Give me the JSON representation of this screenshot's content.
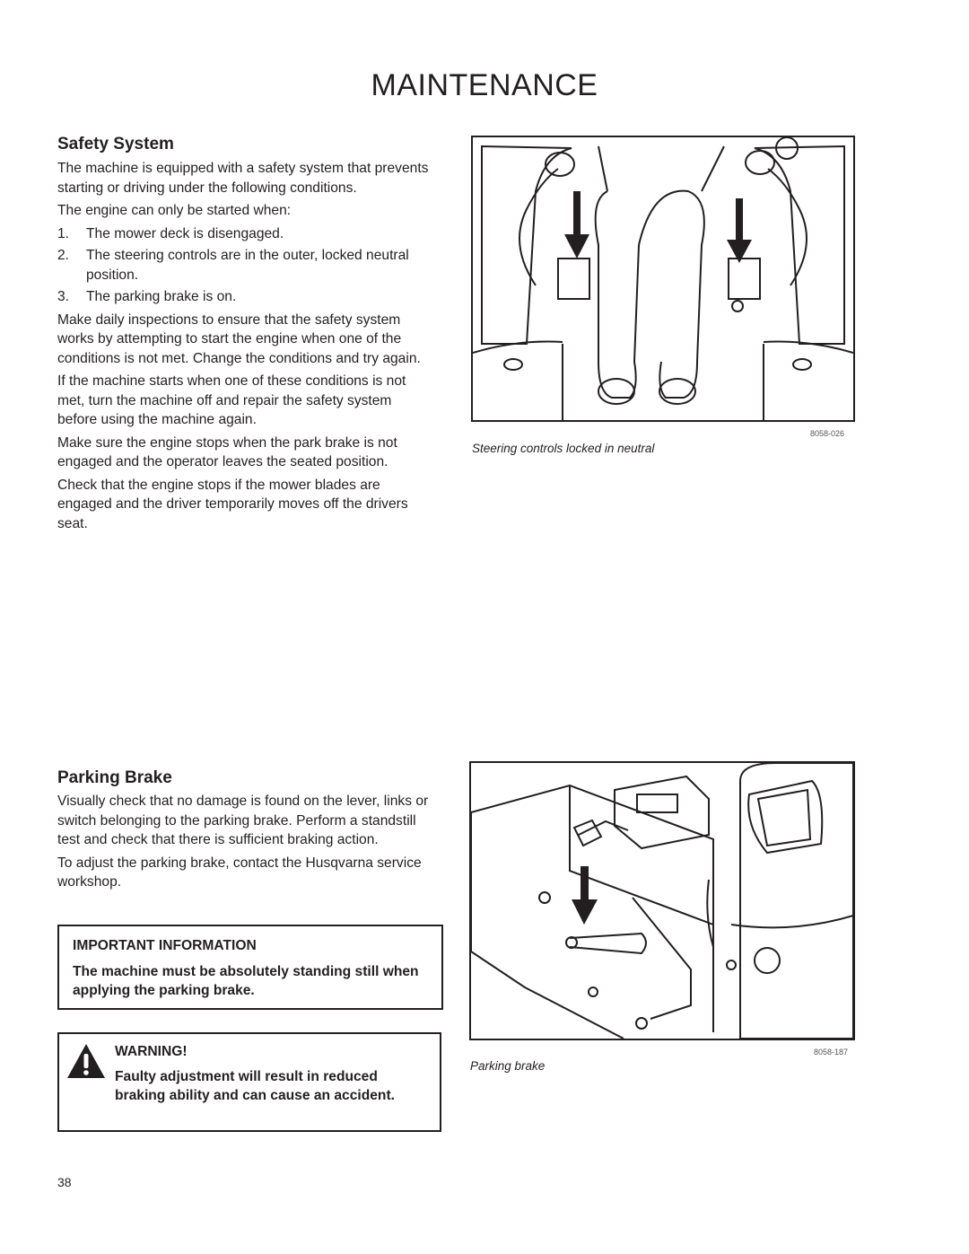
{
  "header": {
    "title": "MAINTENANCE"
  },
  "safety": {
    "heading": "Safety System",
    "intro": "The machine is equipped with a safety system that prevents starting or driving under the following conditions.",
    "lead": "The engine can only be started when:",
    "conditions": [
      {
        "num": "1.",
        "text": "The mower deck is disengaged."
      },
      {
        "num": "2.",
        "text": "The steering controls are in the outer, locked neutral position."
      },
      {
        "num": "3.",
        "text": "The parking brake is on."
      }
    ],
    "para1": "Make daily inspections to ensure that the safety system works by attempting to start the engine when one of the conditions is not met. Change the conditions and try again.",
    "para2": "If the machine starts when one of these conditions is not met, turn the machine off and repair the safety system before using the machine again.",
    "para3": "Make sure the engine stops when the park brake is not engaged and the operator leaves the seated position.",
    "para4": "Check that the engine stops if the mower blades are engaged and the driver temporarily moves off the drivers seat."
  },
  "figure1": {
    "code": "8058-026",
    "caption": "Steering controls locked in neutral"
  },
  "parking": {
    "heading": "Parking Brake",
    "para1": "Visually check that no damage is found on the lever, links or switch belonging to the parking brake. Perform a standstill test and check that there is sufficient braking action.",
    "para2": "To adjust the parking brake, contact the Husqvarna service workshop."
  },
  "important": {
    "title": "IMPORTANT INFORMATION",
    "text": "The machine must be absolutely standing still when applying the parking brake."
  },
  "warning": {
    "title": "WARNING!",
    "icon": "warning-triangle-icon",
    "text": "Faulty adjustment will result in reduced braking ability and can cause an accident."
  },
  "figure2": {
    "code": "8058-187",
    "caption": "Parking brake"
  },
  "footer": {
    "page_number": "38"
  }
}
